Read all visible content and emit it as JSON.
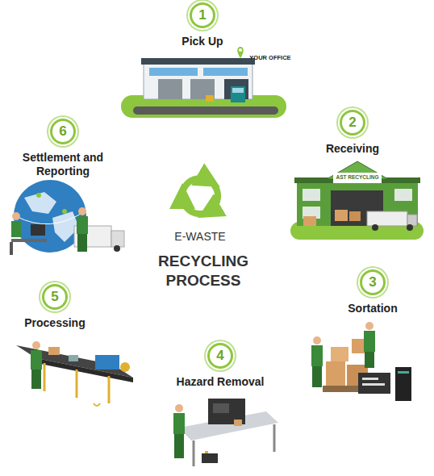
{
  "diagram": {
    "title": "RECYCLING PROCESS",
    "nodes": [
      {
        "text": [
          "1",
          "Pick Up"
        ]
      },
      {
        "text": [
          "2",
          "Receiving"
        ]
      },
      {
        "text": [
          "3",
          "Sortation"
        ]
      },
      {
        "text": [
          "4",
          "Hazard Removal"
        ]
      },
      {
        "text": [
          "5",
          "Processing"
        ]
      },
      {
        "text": [
          "6",
          "Settlement and Reporting"
        ]
      }
    ],
    "labels": [
      "E-WASTE",
      "YOUR OFFICE",
      "AST RECYCLING"
    ]
  }
}
